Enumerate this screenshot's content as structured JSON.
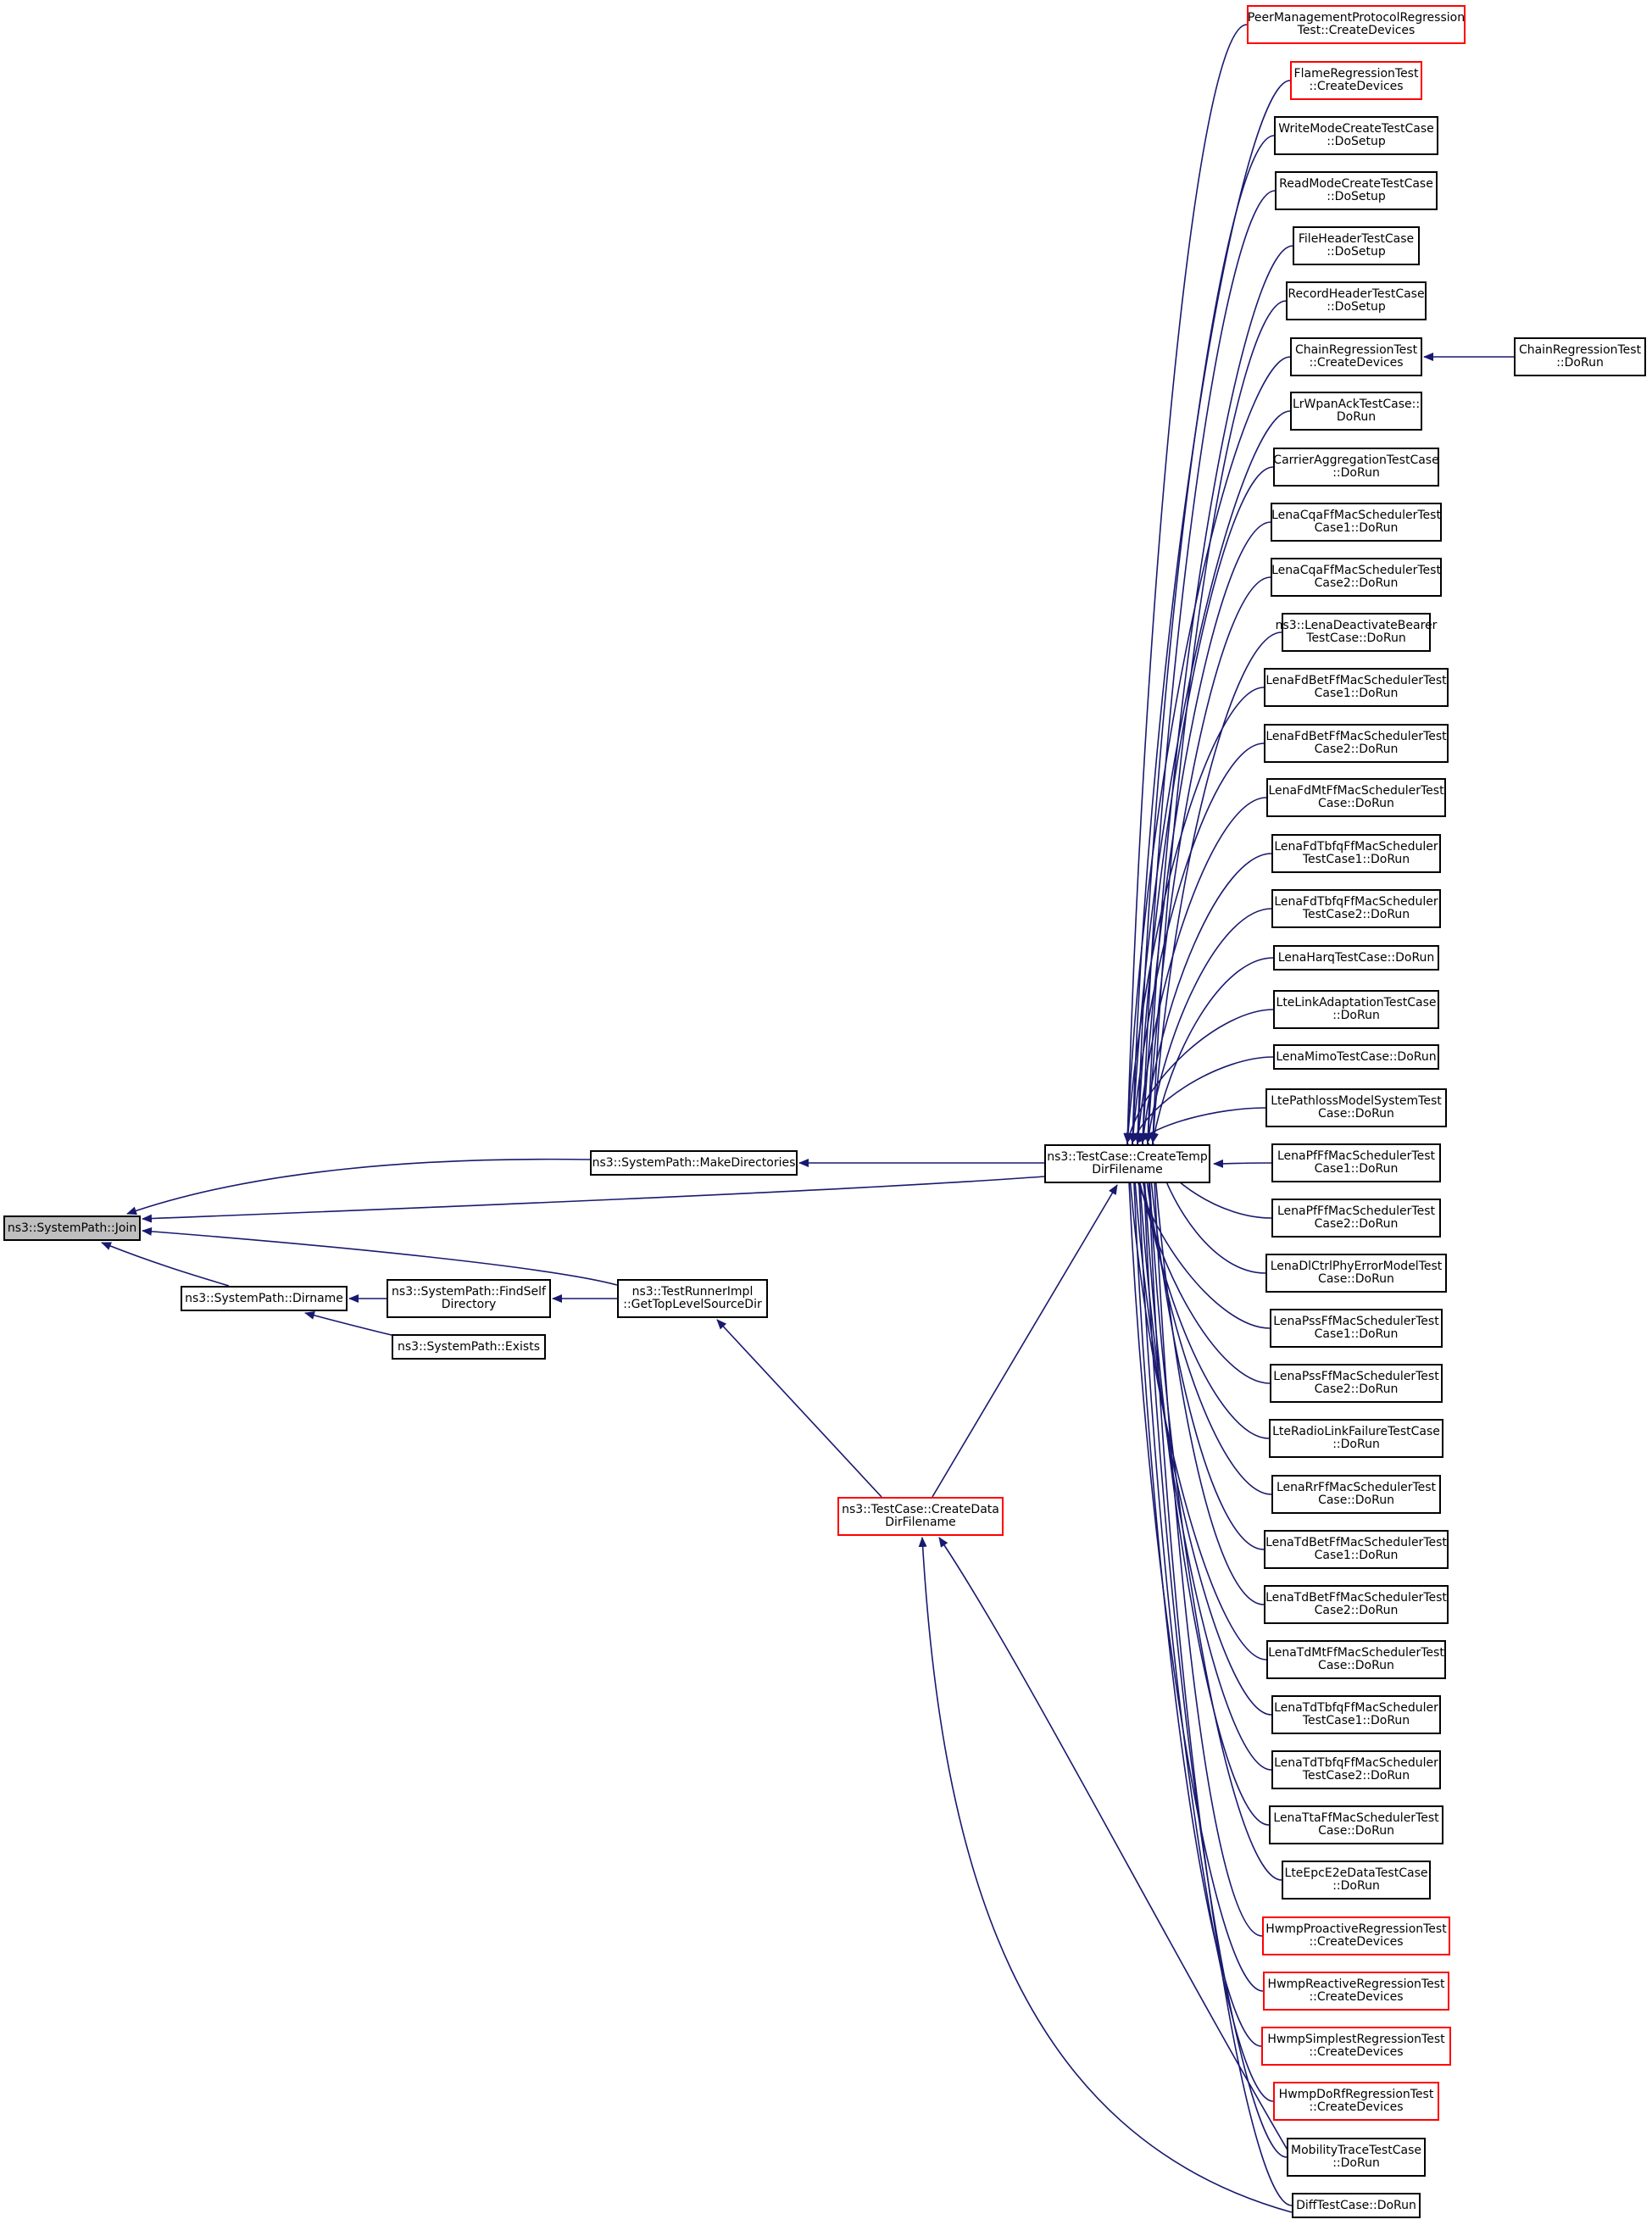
{
  "colors": {
    "edge": "#191970",
    "border": "#000000",
    "truncated_border": "#ff0000",
    "focus_fill": "#bfbfbf"
  },
  "nodes": {
    "join": "ns3::SystemPath::Join",
    "dirname": "ns3::SystemPath::Dirname",
    "make_directories": "ns3::SystemPath::MakeDirectories",
    "find_self_directory": "ns3::SystemPath::FindSelf\nDirectory",
    "exists": "ns3::SystemPath::Exists",
    "get_top_level_source_dir": "ns3::TestRunnerImpl\n::GetTopLevelSourceDir",
    "create_data_dir_filename": "ns3::TestCase::CreateData\nDirFilename",
    "create_temp_dir_filename": "ns3::TestCase::CreateTemp\nDirFilename",
    "chain_regression_do_run": "ChainRegressionTest\n::DoRun",
    "callers": [
      "PeerManagementProtocolRegression\nTest::CreateDevices",
      "FlameRegressionTest\n::CreateDevices",
      "WriteModeCreateTestCase\n::DoSetup",
      "ReadModeCreateTestCase\n::DoSetup",
      "FileHeaderTestCase\n::DoSetup",
      "RecordHeaderTestCase\n::DoSetup",
      "ChainRegressionTest\n::CreateDevices",
      "LrWpanAckTestCase::\nDoRun",
      "CarrierAggregationTestCase\n::DoRun",
      "LenaCqaFfMacSchedulerTest\nCase1::DoRun",
      "LenaCqaFfMacSchedulerTest\nCase2::DoRun",
      "ns3::LenaDeactivateBearer\nTestCase::DoRun",
      "LenaFdBetFfMacSchedulerTest\nCase1::DoRun",
      "LenaFdBetFfMacSchedulerTest\nCase2::DoRun",
      "LenaFdMtFfMacSchedulerTest\nCase::DoRun",
      "LenaFdTbfqFfMacScheduler\nTestCase1::DoRun",
      "LenaFdTbfqFfMacScheduler\nTestCase2::DoRun",
      "LenaHarqTestCase::DoRun",
      "LteLinkAdaptationTestCase\n::DoRun",
      "LenaMimoTestCase::DoRun",
      "LtePathlossModelSystemTest\nCase::DoRun",
      "LenaPfFfMacSchedulerTest\nCase1::DoRun",
      "LenaPfFfMacSchedulerTest\nCase2::DoRun",
      "LenaDlCtrlPhyErrorModelTest\nCase::DoRun",
      "LenaPssFfMacSchedulerTest\nCase1::DoRun",
      "LenaPssFfMacSchedulerTest\nCase2::DoRun",
      "LteRadioLinkFailureTestCase\n::DoRun",
      "LenaRrFfMacSchedulerTest\nCase::DoRun",
      "LenaTdBetFfMacSchedulerTest\nCase1::DoRun",
      "LenaTdBetFfMacSchedulerTest\nCase2::DoRun",
      "LenaTdMtFfMacSchedulerTest\nCase::DoRun",
      "LenaTdTbfqFfMacScheduler\nTestCase1::DoRun",
      "LenaTdTbfqFfMacScheduler\nTestCase2::DoRun",
      "LenaTtaFfMacSchedulerTest\nCase::DoRun",
      "LteEpcE2eDataTestCase\n::DoRun",
      "HwmpProactiveRegressionTest\n::CreateDevices",
      "HwmpReactiveRegressionTest\n::CreateDevices",
      "HwmpSimplestRegressionTest\n::CreateDevices",
      "HwmpDoRfRegressionTest\n::CreateDevices",
      "MobilityTraceTestCase\n::DoRun",
      "DiffTestCase::DoRun"
    ]
  }
}
